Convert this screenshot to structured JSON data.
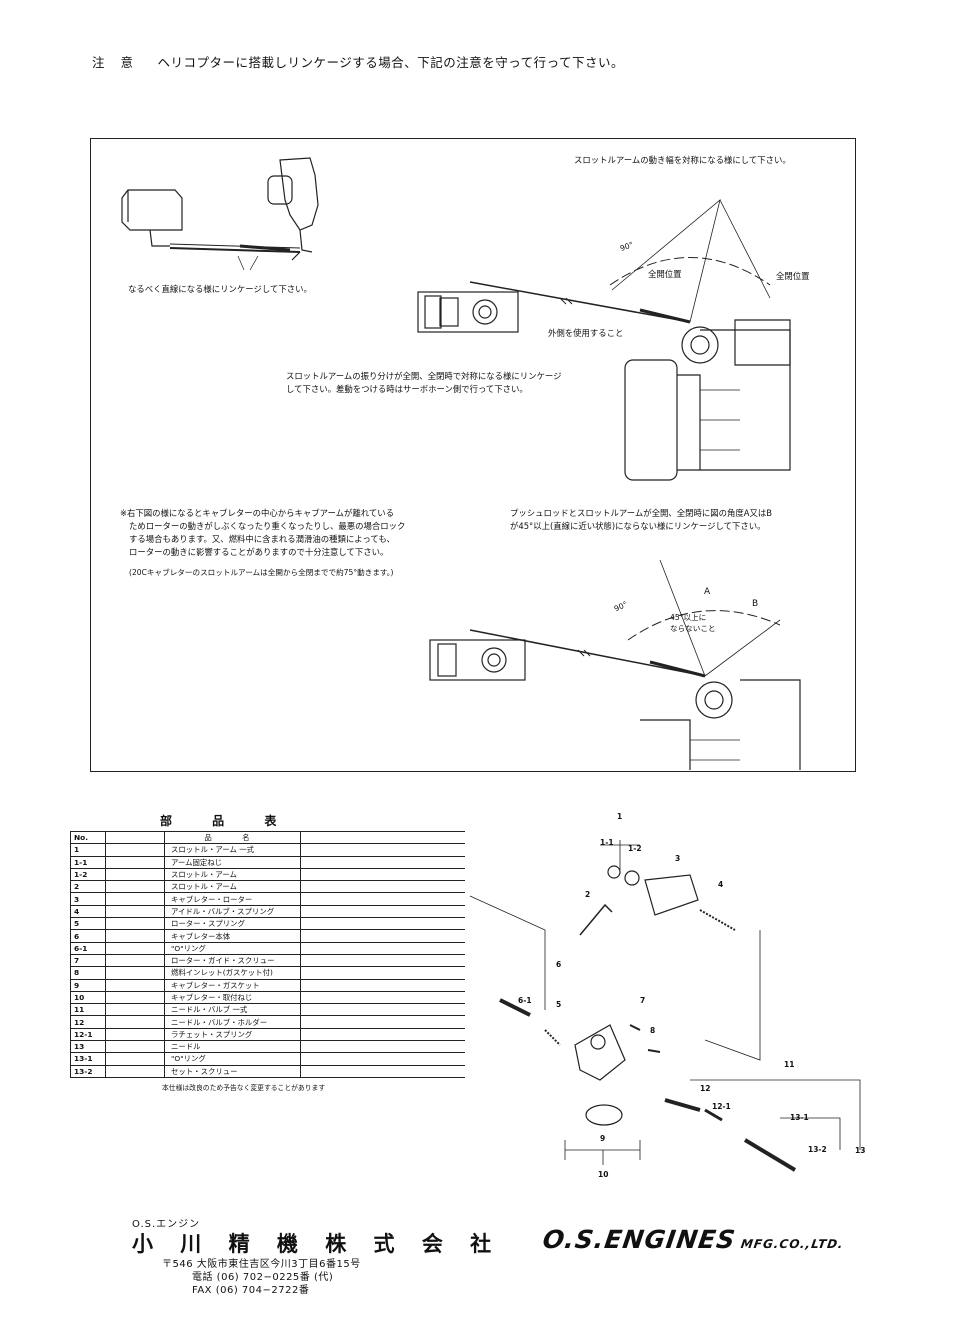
{
  "header": {
    "label": "注 意",
    "notice": "ヘリコプターに搭載しリンケージする場合、下記の注意を守って行って下さい。"
  },
  "diagram": {
    "note_symmetric": "スロットルアームの動き幅を対称になる様にして下さい。",
    "note_straight": "なるべく直線になる様にリンケージして下さい。",
    "label_full_open": "全開位置",
    "label_full_close": "全閉位置",
    "label_outer": "外側を使用すること",
    "note_split_1": "スロットルアームの振り分けが全開、全閉時で対称になる様にリンケージ",
    "note_split_2": "して下さい。差動をつける時はサーボホーン側で行って下さい。",
    "angle_90": "90°",
    "warn_1": "※右下図の様になるとキャブレターの中心からキャブアームが離れている",
    "warn_2": "ためローターの動きがしぶくなったり重くなったりし、最悪の場合ロック",
    "warn_3": "する場合もあります。又、燃料中に含まれる潤滑油の種類によっても、",
    "warn_4": "ローターの動きに影響することがありますので十分注意して下さい。",
    "warn_5": "(20Cキャブレターのスロットルアームは全開から全閉までで約75°動きます。)",
    "push_1": "プッシュロッドとスロットルアームが全開、全閉時に図の角度A又はB",
    "push_2": "が45°以上(直線に近い状態)にならない様にリンケージして下さい。",
    "label_A": "A",
    "label_B": "B",
    "angle_note_1": "45°以上に",
    "angle_note_2": "ならないこと"
  },
  "parts": {
    "title": "部 品 表",
    "header_no": "No.",
    "header_name": "品 名",
    "rows": [
      {
        "no": "1",
        "name": "スロットル・アーム 一式"
      },
      {
        "no": "1-1",
        "name": "アーム固定ねじ"
      },
      {
        "no": "1-2",
        "name": "スロットル・アーム"
      },
      {
        "no": "2",
        "name": "スロットル・アーム"
      },
      {
        "no": "3",
        "name": "キャブレター・ローター"
      },
      {
        "no": "4",
        "name": "アイドル・バルブ・スプリング"
      },
      {
        "no": "5",
        "name": "ローター・スプリング"
      },
      {
        "no": "6",
        "name": "キャブレター本体"
      },
      {
        "no": "6-1",
        "name": "\"O\"リング"
      },
      {
        "no": "7",
        "name": "ローター・ガイド・スクリュー"
      },
      {
        "no": "8",
        "name": "燃料インレット(ガスケット付)"
      },
      {
        "no": "9",
        "name": "キャブレター・ガスケット"
      },
      {
        "no": "10",
        "name": "キャブレター・取付ねじ"
      },
      {
        "no": "11",
        "name": "ニードル・バルブ 一式"
      },
      {
        "no": "12",
        "name": "ニードル・バルブ・ホルダー"
      },
      {
        "no": "12-1",
        "name": "ラチェット・スプリング"
      },
      {
        "no": "13",
        "name": "ニードル"
      },
      {
        "no": "13-1",
        "name": "\"O\"リング"
      },
      {
        "no": "13-2",
        "name": "セット・スクリュー"
      }
    ],
    "footnote": "本仕様は改良のため予告なく変更することがあります"
  },
  "exploded": {
    "c1": "1",
    "c1_1": "1-1",
    "c1_2": "1-2",
    "c2": "2",
    "c3": "3",
    "c4": "4",
    "c5": "5",
    "c6": "6",
    "c6_1": "6-1",
    "c7": "7",
    "c8": "8",
    "c9": "9",
    "c10": "10",
    "c11": "11",
    "c12": "12",
    "c12_1": "12-1",
    "c13_1": "13-1",
    "c13_2": "13-2",
    "c13": "13"
  },
  "company": {
    "kana": "O.S.エンジン",
    "name": "小 川 精 機 株 式 会 社",
    "address": "〒546 大阪市東住吉区今川3丁目6番15号",
    "tel": "電話 (06) 702−0225番 (代)",
    "fax": "FAX (06) 704−2722番",
    "logo": "O.S.ENGINES",
    "logo_suffix": "MFG.CO.,LTD."
  }
}
